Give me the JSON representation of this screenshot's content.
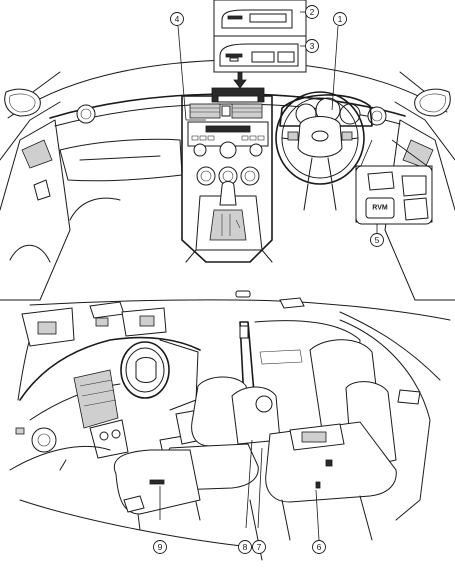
{
  "callouts": [
    {
      "id": "1",
      "label": "①"
    },
    {
      "id": "2",
      "label": "②"
    },
    {
      "id": "3",
      "label": "③"
    },
    {
      "id": "4",
      "label": "④"
    },
    {
      "id": "5",
      "label": "⑤"
    },
    {
      "id": "6",
      "label": "⑥"
    },
    {
      "id": "7",
      "label": "⑦"
    },
    {
      "id": "8",
      "label": "⑧"
    },
    {
      "id": "9",
      "label": "⑨"
    }
  ],
  "switch_inset": {
    "button_label": "RVM"
  }
}
